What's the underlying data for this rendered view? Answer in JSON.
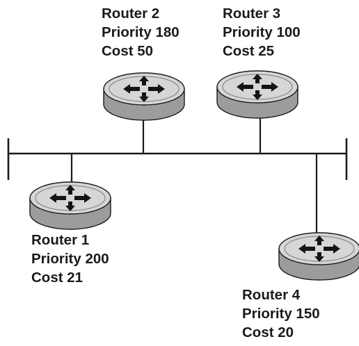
{
  "colors": {
    "line": "#1a1a1a",
    "router_top": "#d6d6d6",
    "router_side": "#9c9c9c",
    "router_ring": "#8a8a8a",
    "arrow": "#141414"
  },
  "icon": "router-icon",
  "routers": [
    {
      "name": "Router 1",
      "priority": "Priority 200",
      "cost": "Cost 21"
    },
    {
      "name": "Router 2",
      "priority": "Priority 180",
      "cost": "Cost 50"
    },
    {
      "name": "Router 3",
      "priority": "Priority 100",
      "cost": "Cost 25"
    },
    {
      "name": "Router 4",
      "priority": "Priority 150",
      "cost": "Cost 20"
    }
  ]
}
